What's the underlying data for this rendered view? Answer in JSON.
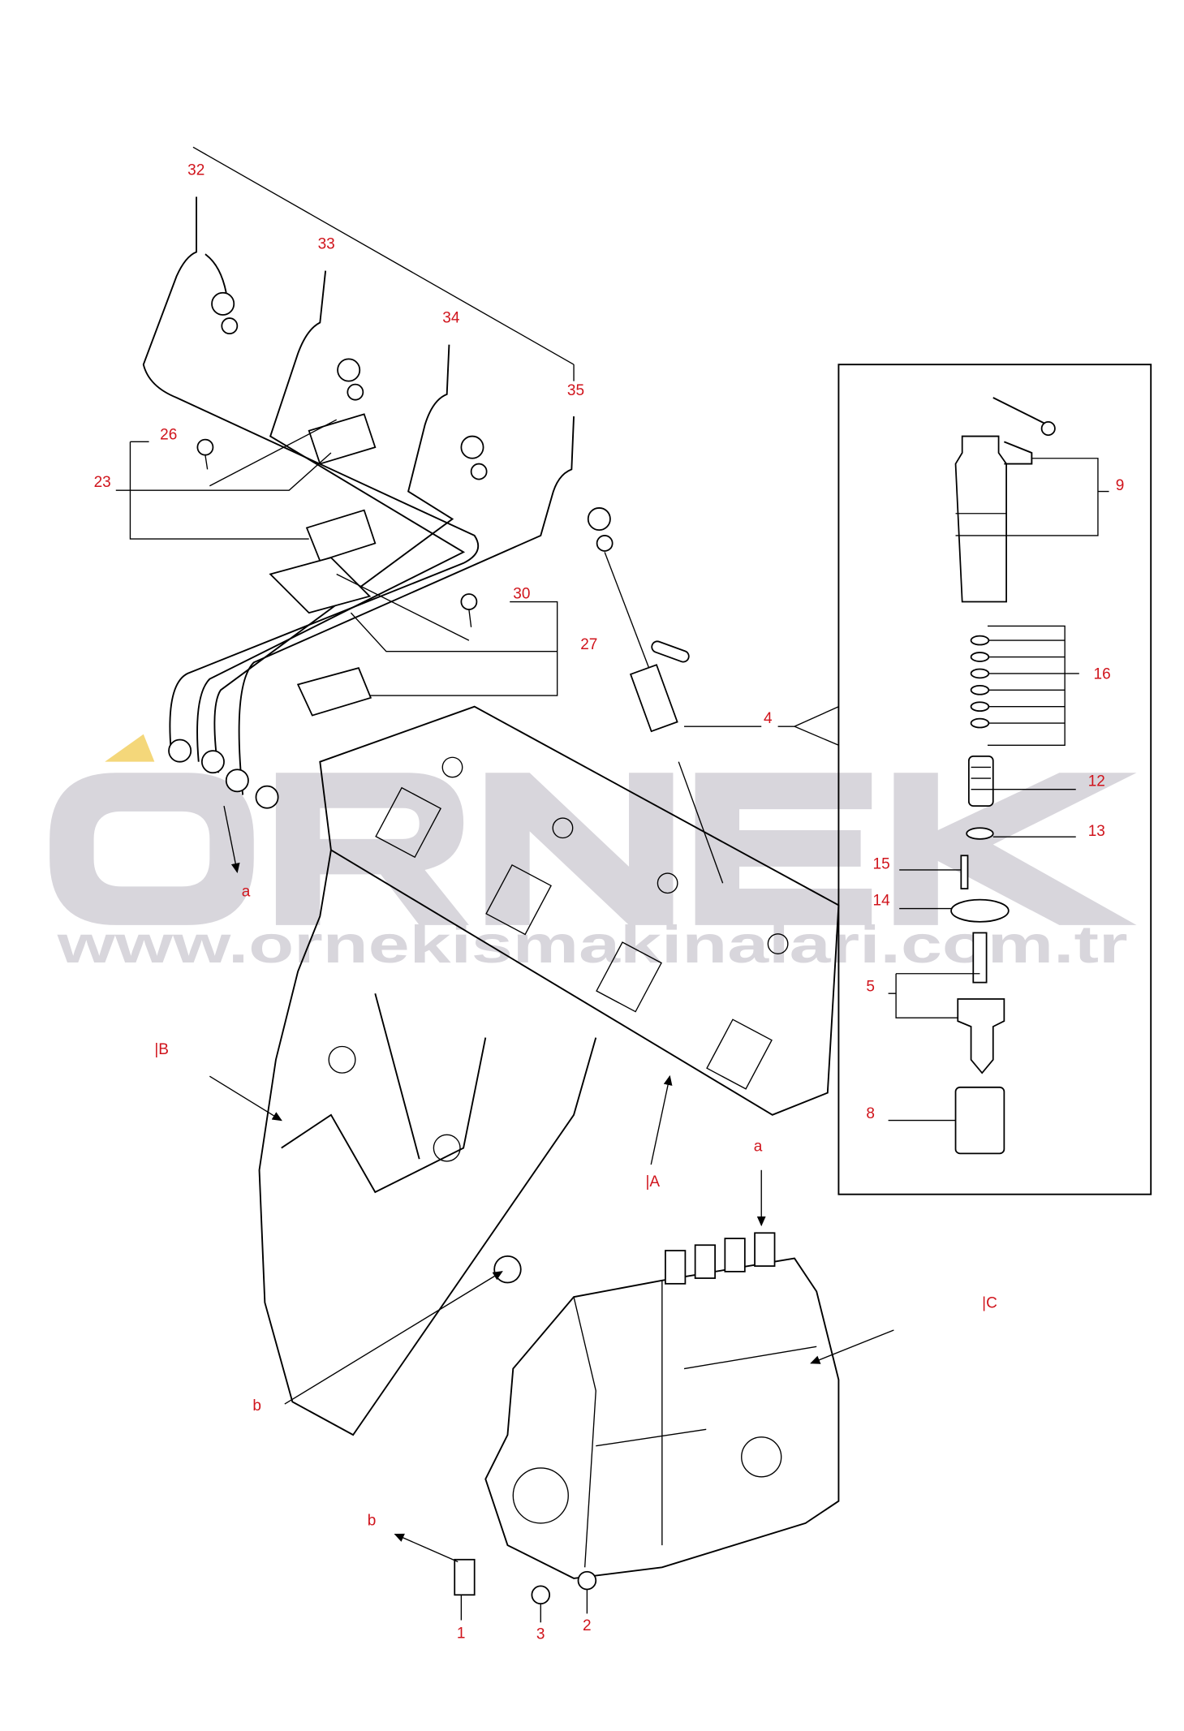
{
  "watermark": {
    "logo": "ÖRNEK",
    "url": "www.ornekismakinalari.com.tr"
  },
  "colors": {
    "label": "#d0141c",
    "line": "#000000",
    "watermark": "#d8d6dc"
  },
  "callouts": {
    "p32": "32",
    "p33": "33",
    "p34": "34",
    "p35": "35",
    "p26": "26",
    "p23": "23",
    "p30": "30",
    "p27": "27",
    "p4": "4",
    "p9": "9",
    "p16": "16",
    "p12": "12",
    "p13": "13",
    "p15": "15",
    "p14": "14",
    "p5": "5",
    "p8": "8",
    "p1": "1",
    "p2": "2",
    "p3": "3"
  },
  "views": {
    "a_top": "a",
    "a_bottom": "a",
    "b_left": "b",
    "b_bottom": "b",
    "A": "|A",
    "B": "|B",
    "C": "|C"
  }
}
